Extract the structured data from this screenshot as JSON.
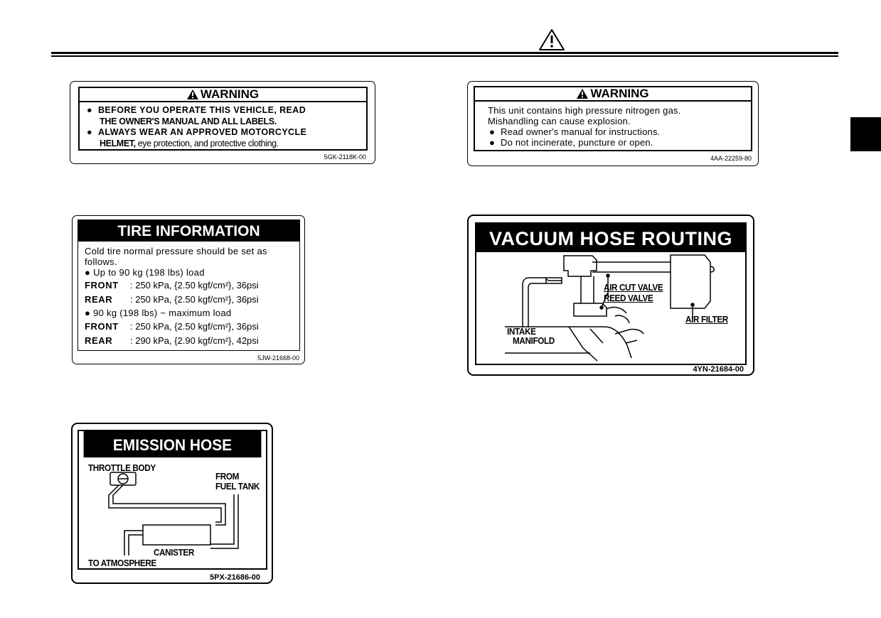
{
  "header": {
    "icon": "warning-triangle-icon"
  },
  "labels": {
    "warning1": {
      "title": "WARNING",
      "line1": "BEFORE YOU OPERATE THIS VEHICLE, READ",
      "line2": "THE OWNER'S MANUAL AND ALL LABELS.",
      "line3": "ALWAYS WEAR AN APPROVED MOTORCYCLE",
      "line4_bold": "HELMET,",
      "line4_rest": " eye protection, and protective clothing.",
      "code": "5GK-2118K-00"
    },
    "warning2": {
      "title": "WARNING",
      "line1": "This unit contains high pressure nitrogen gas.",
      "line2": "Mishandling can cause explosion.",
      "bullet1": "Read owner's manual for instructions.",
      "bullet2": "Do not incinerate, puncture or open.",
      "code": "4AA-22259-80"
    },
    "tire": {
      "title": "TIRE INFORMATION",
      "intro1": "Cold tire normal pressure should be set as",
      "intro2": "follows.",
      "load1": "● Up to 90 kg (198 lbs) load",
      "rows1": [
        {
          "key": "FRONT",
          "value": ": 250 kPa, {2.50 kgf/cm²}, 36psi"
        },
        {
          "key": "REAR",
          "value": ": 250 kPa, {2.50 kgf/cm²}, 36psi"
        }
      ],
      "load2": "● 90 kg (198 lbs) ~ maximum load",
      "rows2": [
        {
          "key": "FRONT",
          "value": ": 250 kPa, {2.50 kgf/cm²}, 36psi"
        },
        {
          "key": "REAR",
          "value": ": 290 kPa, {2.90 kgf/cm²}, 42psi"
        }
      ],
      "code": "5JW-21668-00"
    },
    "vacuum": {
      "title": "VACUUM HOSE ROUTING",
      "air_cut_valve": "AIR CUT VALVE",
      "reed_valve": "REED VALVE",
      "air_filter": "AIR FILTER",
      "intake": "INTAKE",
      "manifold": "MANIFOLD",
      "code": "4YN-21684-00"
    },
    "emission": {
      "title": "EMISSION HOSE ROUTING",
      "throttle_body": "THROTTLE BODY",
      "from": "FROM",
      "fuel_tank": "FUEL TANK",
      "canister": "CANISTER",
      "to_atmosphere": "TO ATMOSPHERE",
      "code": "5PX-21686-00"
    }
  }
}
